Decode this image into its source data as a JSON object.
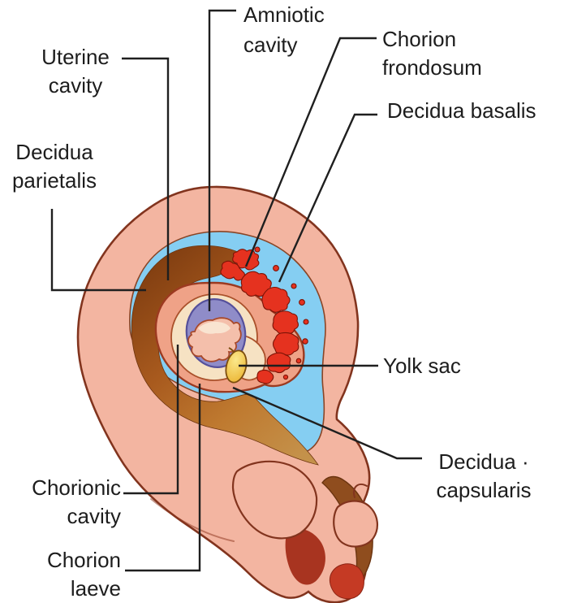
{
  "figure": {
    "kind": "anatomical line-art diagram",
    "subject": "Implanted embryo in the uterus showing fetal membranes and decidua",
    "background": "#ffffff"
  },
  "labels": {
    "amniotic_cavity": "Amniotic\ncavity",
    "uterine_cavity": "Uterine\ncavity",
    "chorion_frondosum": "Chorion\nfrondosum",
    "decidua_basalis": "Decidua basalis",
    "decidua_parietalis": "Decidua\nparietalis",
    "yolk_sac": "Yolk sac",
    "decidua_capsularis": "Decidua ·\ncapsularis",
    "chorionic_cavity": "Chorionic\ncavity",
    "chorion_laeve": "Chorion\nlaeve"
  },
  "colors": {
    "background": "#ffffff",
    "uterus_wall": "#f3b5a1",
    "wall_outline": "#82341e",
    "cavity_blue": "#85cef2",
    "cavity_blue_outline": "#8a4526",
    "decidua_brown_dark": "#7e3c10",
    "decidua_brown_mid": "#b3621f",
    "decidua_tan": "#c08a42",
    "chorion_ring_pink": "#efa287",
    "chorion_ring_outline": "#9c3a20",
    "chorionic_cavity_cream": "#f6e2c3",
    "cream_outline": "#aa512b",
    "amnion_purple": "#8f8cc8",
    "amnion_outline": "#55509b",
    "embryo_pink": "#f4bfab",
    "embryo_outline": "#a8492a",
    "embryo_highlight": "#f9e4d1",
    "yolk_yellow": "#f0c64a",
    "yolk_outline": "#7c4d0e",
    "villi_red": "#e5321f",
    "villi_outline": "#7c1306",
    "canal_brown": "#8f4d1e",
    "canal_outline": "#6b3410",
    "cervix_dark_red": "#a83420",
    "cervix_red_tip": "#c53a24",
    "leader_line": "#1f1f1f",
    "label_text": "#1d1d1d"
  }
}
